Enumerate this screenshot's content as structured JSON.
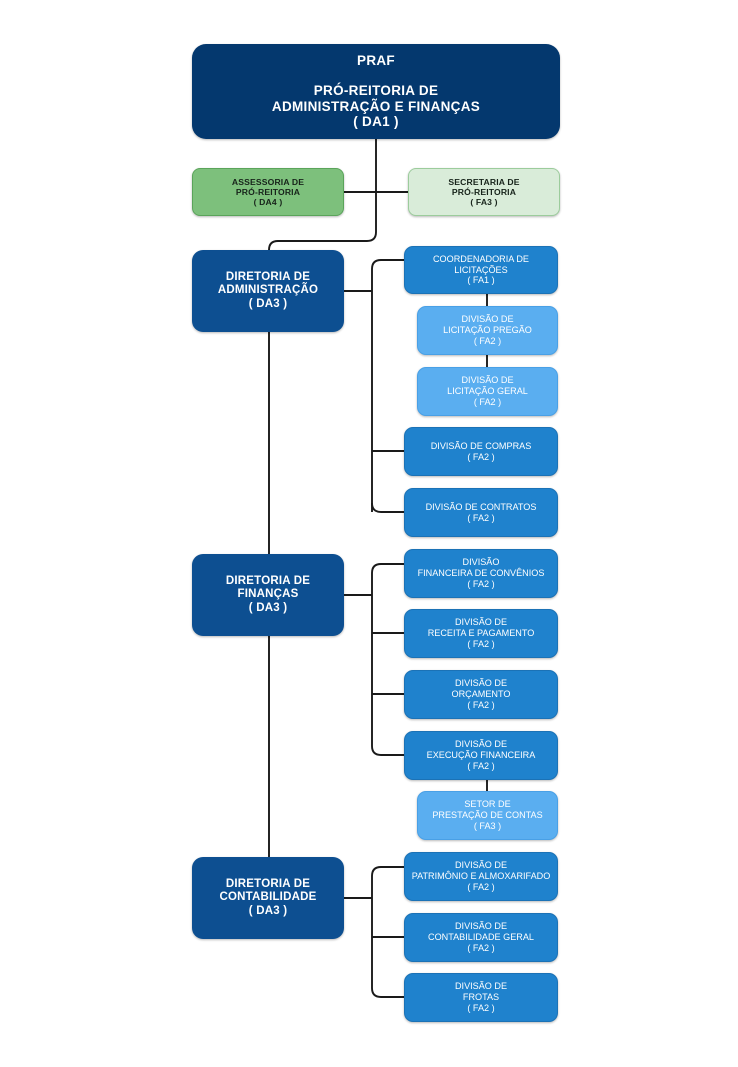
{
  "chart": {
    "type": "org-chart",
    "title": "PRAF - Pró-Reitoria de Administração e Finanças",
    "colors": {
      "root": "#04386e",
      "diretoria": "#0d4f91",
      "level2": "#1f82cd",
      "level3": "#5aaef0",
      "staff_dark_green": "#7dc07c",
      "staff_light_green": "#d9ecd9",
      "connector": "#1a1a1a",
      "background": "#ffffff"
    }
  },
  "root": {
    "acronym": "PRAF",
    "line1": "PRÓ-REITORIA DE",
    "line2": "ADMINISTRAÇÃO E FINANÇAS",
    "code": "( DA1 )"
  },
  "staff": [
    {
      "line1": "ASSESSORIA DE",
      "line2": "PRÓ-REITORIA",
      "code": "( DA4 )",
      "style": "dark-green"
    },
    {
      "line1": "SECRETARIA DE",
      "line2": "PRÓ-REITORIA",
      "code": "( FA3 )",
      "style": "light-green"
    }
  ],
  "directorates": [
    {
      "line1": "DIRETORIA DE",
      "line2": "ADMINISTRAÇÃO",
      "code": "( DA3 )",
      "children": [
        {
          "line1": "COORDENADORIA DE",
          "line2": "LICITAÇÕES",
          "code": "( FA1 )",
          "style": "blue",
          "children": [
            {
              "line1": "DIVISÃO DE",
              "line2": "LICITAÇÃO PREGÃO",
              "code": "( FA2 )",
              "style": "blue-light"
            },
            {
              "line1": "DIVISÃO DE",
              "line2": "LICITAÇÃO GERAL",
              "code": "( FA2 )",
              "style": "blue-light"
            }
          ]
        },
        {
          "line1": "DIVISÃO DE COMPRAS",
          "line2": "",
          "code": "( FA2 )",
          "style": "blue",
          "children": []
        },
        {
          "line1": "DIVISÃO DE CONTRATOS",
          "line2": "",
          "code": "( FA2 )",
          "style": "blue",
          "children": []
        }
      ]
    },
    {
      "line1": "DIRETORIA DE",
      "line2": "FINANÇAS",
      "code": "( DA3 )",
      "children": [
        {
          "line1": "DIVISÃO",
          "line2": "FINANCEIRA DE CONVÊNIOS",
          "code": "( FA2 )",
          "style": "blue",
          "children": []
        },
        {
          "line1": "DIVISÃO DE",
          "line2": "RECEITA E PAGAMENTO",
          "code": "( FA2 )",
          "style": "blue",
          "children": []
        },
        {
          "line1": "DIVISÃO DE",
          "line2": "ORÇAMENTO",
          "code": "( FA2 )",
          "style": "blue",
          "children": []
        },
        {
          "line1": "DIVISÃO DE",
          "line2": "EXECUÇÃO FINANCEIRA",
          "code": "( FA2 )",
          "style": "blue",
          "children": [
            {
              "line1": "SETOR DE",
              "line2": "PRESTAÇÃO DE CONTAS",
              "code": "( FA3 )",
              "style": "blue-light"
            }
          ]
        }
      ]
    },
    {
      "line1": "DIRETORIA DE",
      "line2": "CONTABILIDADE",
      "code": "( DA3 )",
      "children": [
        {
          "line1": "DIVISÃO DE",
          "line2": "PATRIMÔNIO E ALMOXARIFADO",
          "code": "( FA2 )",
          "style": "blue",
          "children": []
        },
        {
          "line1": "DIVISÃO DE",
          "line2": "CONTABILIDADE GERAL",
          "code": "( FA2 )",
          "style": "blue",
          "children": []
        },
        {
          "line1": "DIVISÃO DE",
          "line2": "FROTAS",
          "code": "( FA2 )",
          "style": "blue",
          "children": []
        }
      ]
    }
  ]
}
